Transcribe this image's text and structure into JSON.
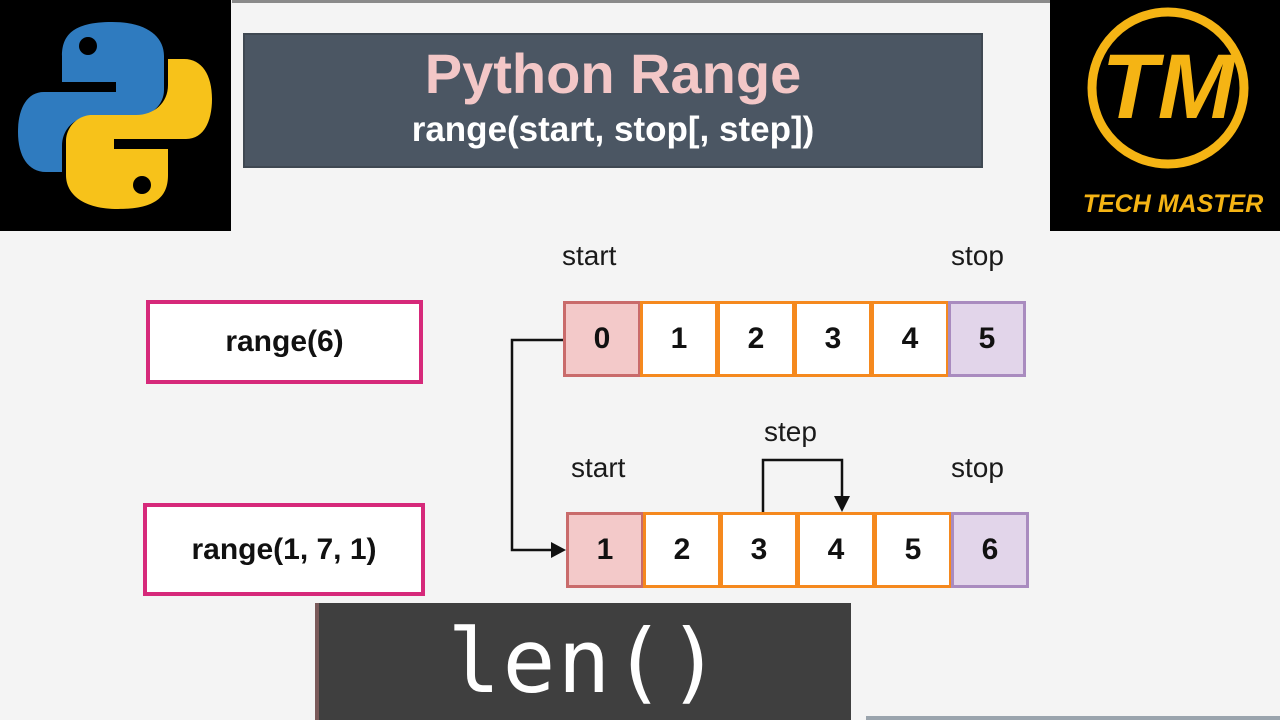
{
  "header": {
    "title": "Python Range",
    "signature": "range(start, stop[, step])"
  },
  "logos": {
    "python": {
      "icon": "python-logo-icon",
      "blue": "#2f7bbf",
      "yellow": "#f7c21a"
    },
    "techmaster": {
      "monogram": "TM",
      "text": "TECH MASTER",
      "color": "#f5b414"
    }
  },
  "example1": {
    "code": "range(6)",
    "start_label": "start",
    "stop_label": "stop",
    "cells": [
      "0",
      "1",
      "2",
      "3",
      "4",
      "5"
    ]
  },
  "example2": {
    "code": "range(1, 7, 1)",
    "start_label": "start",
    "stop_label": "stop",
    "step_label": "step",
    "cells": [
      "1",
      "2",
      "3",
      "4",
      "5",
      "6"
    ]
  },
  "footer": {
    "code": "len()"
  },
  "colors": {
    "title_bg": "#4b5663",
    "title_text": "#f3c7c7",
    "code_border": "#d6297a",
    "cell_border": "#f5891e",
    "start_fill": "#f3c9c9",
    "stop_fill": "#e2d5ea"
  }
}
